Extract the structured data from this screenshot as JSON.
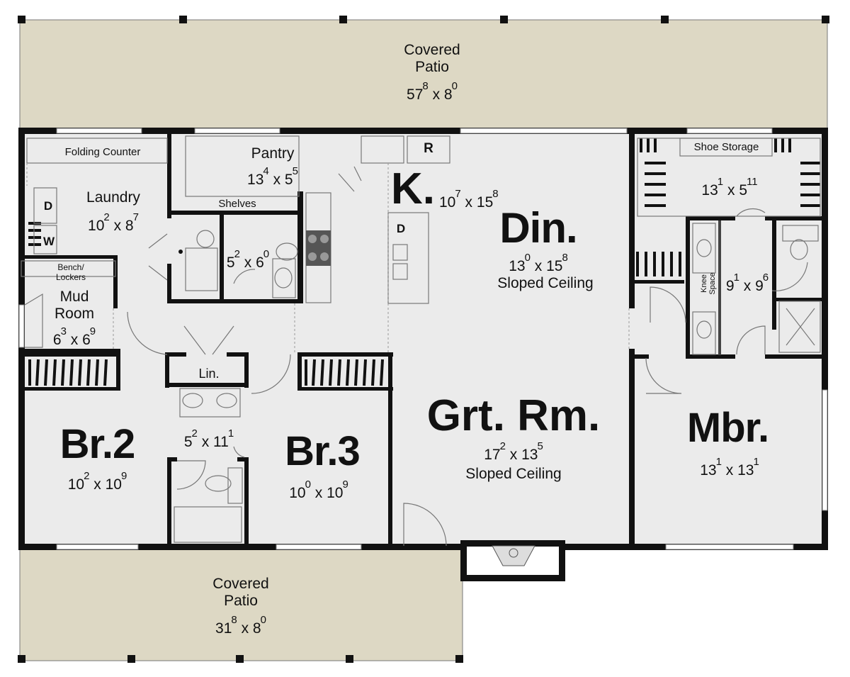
{
  "plan": {
    "rooms": {
      "covered_patio_rear": {
        "name_line1": "Covered",
        "name_line2": "Patio",
        "dim_a": "57",
        "dim_a_sup": "8",
        "dim_b": "8",
        "dim_b_sup": "0"
      },
      "covered_patio_front": {
        "name_line1": "Covered",
        "name_line2": "Patio",
        "dim_a": "31",
        "dim_a_sup": "8",
        "dim_b": "8",
        "dim_b_sup": "0"
      },
      "laundry": {
        "name": "Laundry",
        "dim_a": "10",
        "dim_a_sup": "2",
        "dim_b": "8",
        "dim_b_sup": "7",
        "counter": "Folding Counter",
        "dryer": "D",
        "washer": "W"
      },
      "pantry": {
        "name": "Pantry",
        "dim_a": "13",
        "dim_a_sup": "4",
        "dim_b": "5",
        "dim_b_sup": "5",
        "shelves": "Shelves"
      },
      "powder": {
        "dim_a": "5",
        "dim_a_sup": "2",
        "dim_b": "6",
        "dim_b_sup": "0"
      },
      "kitchen": {
        "name": "K.",
        "dim_a": "10",
        "dim_a_sup": "7",
        "dim_b": "15",
        "dim_b_sup": "8",
        "fridge": "R",
        "dishwasher": "D"
      },
      "dining": {
        "name": "Din.",
        "dim_a": "13",
        "dim_a_sup": "0",
        "dim_b": "15",
        "dim_b_sup": "8",
        "note": "Sloped Ceiling"
      },
      "mud_room": {
        "name_line1": "Mud",
        "name_line2": "Room",
        "dim_a": "6",
        "dim_a_sup": "3",
        "dim_b": "6",
        "dim_b_sup": "9",
        "bench_line1": "Bench/",
        "bench_line2": "Lockers"
      },
      "linen": {
        "name": "Lin."
      },
      "hall_bath": {
        "dim_a": "5",
        "dim_a_sup": "2",
        "dim_b": "11",
        "dim_b_sup": "1"
      },
      "bedroom2": {
        "name": "Br.2",
        "dim_a": "10",
        "dim_a_sup": "2",
        "dim_b": "10",
        "dim_b_sup": "9"
      },
      "bedroom3": {
        "name": "Br.3",
        "dim_a": "10",
        "dim_a_sup": "0",
        "dim_b": "10",
        "dim_b_sup": "9"
      },
      "great_room": {
        "name": "Grt. Rm.",
        "dim_a": "17",
        "dim_a_sup": "2",
        "dim_b": "13",
        "dim_b_sup": "5",
        "note": "Sloped Ceiling"
      },
      "master_closet": {
        "dim_a": "13",
        "dim_a_sup": "1",
        "dim_b": "5",
        "dim_b_sup": "11",
        "shoe": "Shoe Storage"
      },
      "master_bath": {
        "dim_a": "9",
        "dim_a_sup": "1",
        "dim_b": "9",
        "dim_b_sup": "6",
        "knee_line1": "Knee",
        "knee_line2": "Space"
      },
      "master_bedroom": {
        "name": "Mbr.",
        "dim_a": "13",
        "dim_a_sup": "1",
        "dim_b": "13",
        "dim_b_sup": "1"
      }
    },
    "colors": {
      "patio": "#ddd8c4",
      "floor": "#ebebeb",
      "wall": "#111111",
      "fixture": "#777777"
    },
    "dim_separator": "x"
  }
}
